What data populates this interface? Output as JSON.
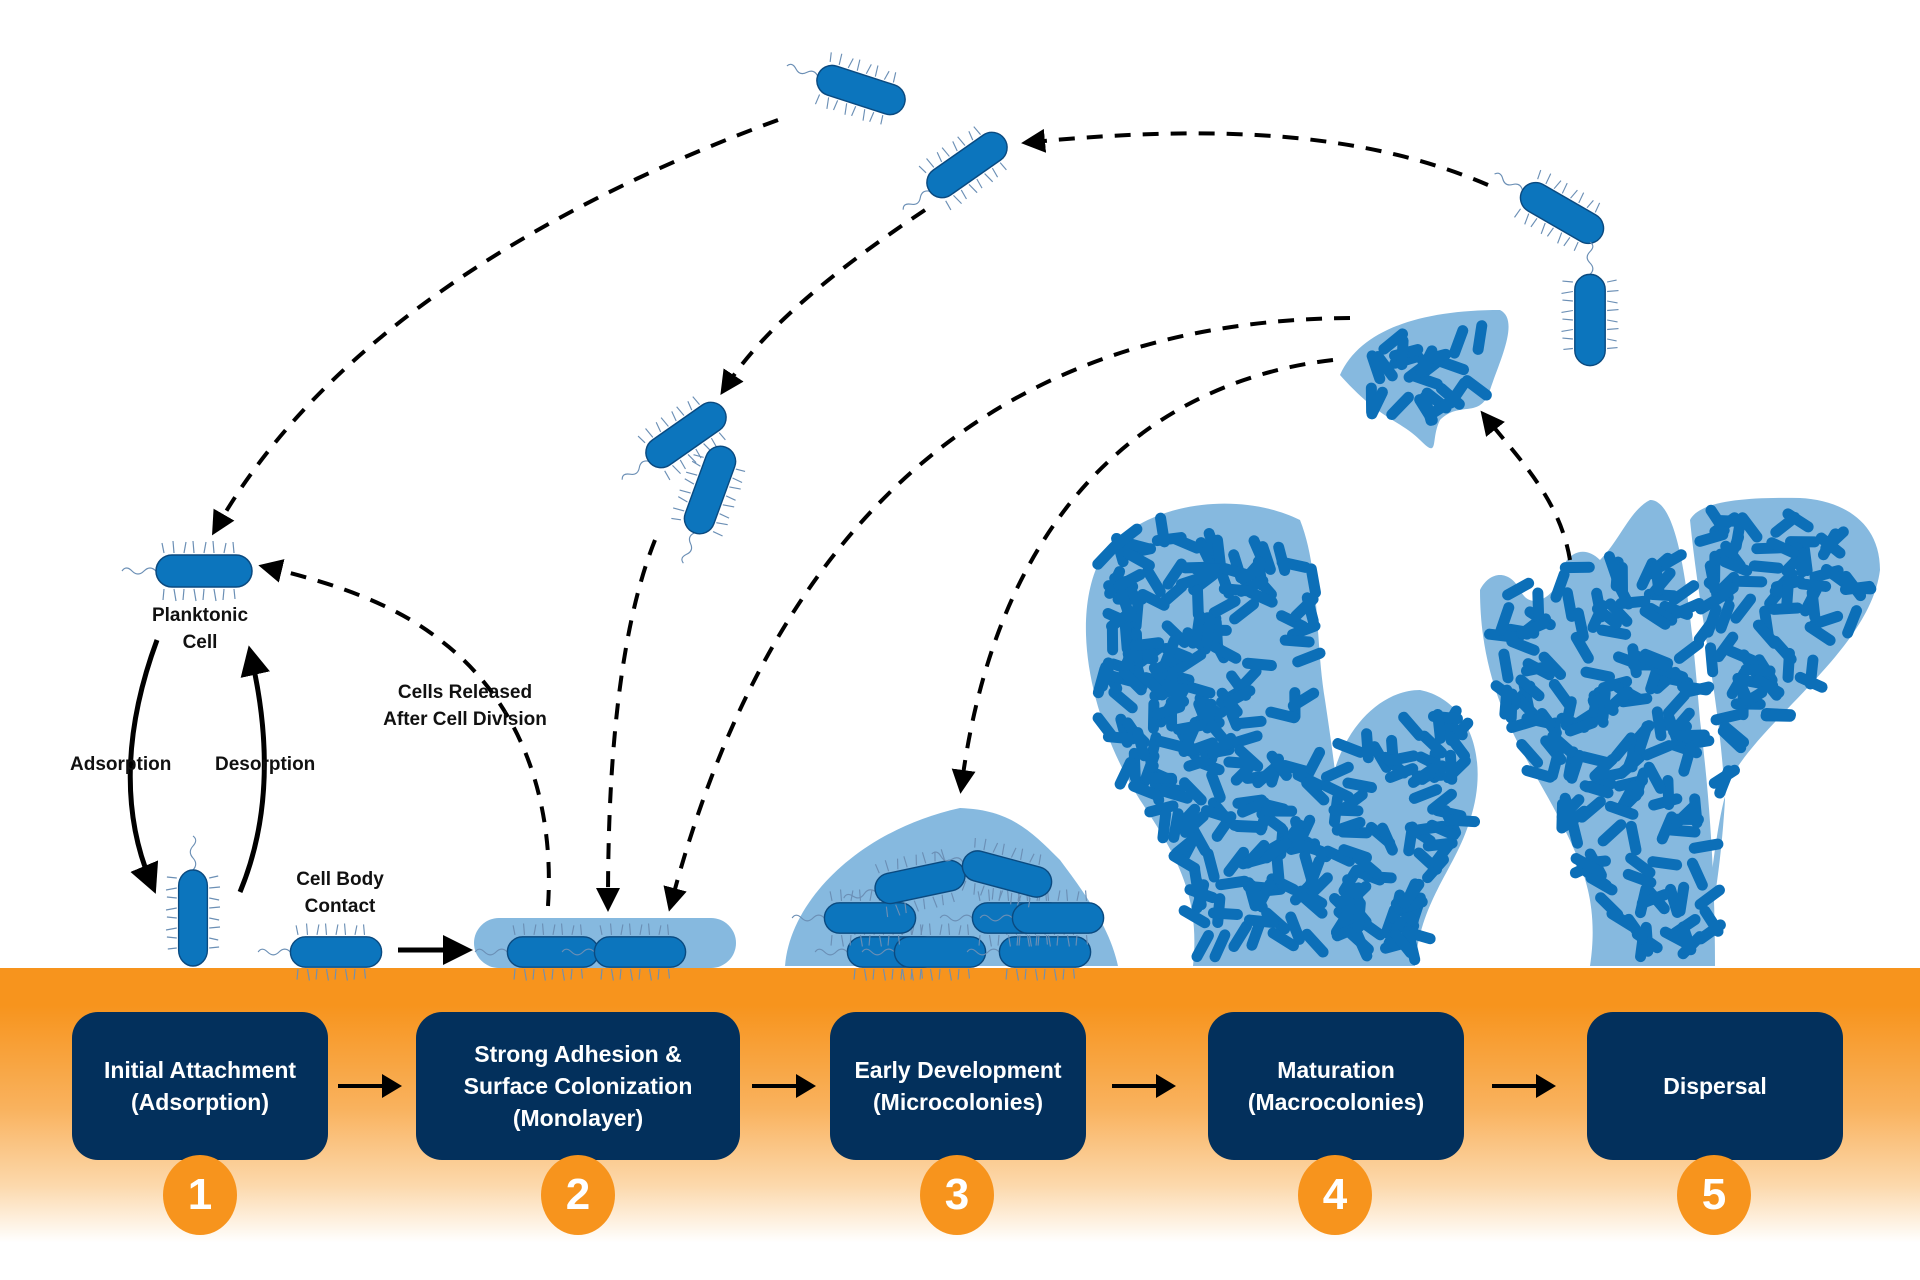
{
  "title": "Biofilm Formation Stages",
  "colors": {
    "stage_box": "#03305c",
    "stage_number": "#f7941d",
    "surface": "#f7941d",
    "cell": "#0c75bd",
    "matrix": "#86b9df",
    "arrow": "#000000"
  },
  "stages": [
    {
      "number": "1",
      "lines": [
        "Initial Attachment",
        "(Adsorption)"
      ]
    },
    {
      "number": "2",
      "lines": [
        "Strong Adhesion &",
        "Surface Colonization",
        "(Monolayer)"
      ]
    },
    {
      "number": "3",
      "lines": [
        "Early Development",
        "(Microcolonies)"
      ]
    },
    {
      "number": "4",
      "lines": [
        "Maturation",
        "(Macrocolonies)"
      ]
    },
    {
      "number": "5",
      "lines": [
        "Dispersal"
      ]
    }
  ],
  "annotations": {
    "planktonic": [
      "Planktonic",
      "Cell"
    ],
    "adsorption": "Adsorption",
    "desorption": "Desorption",
    "cell_body_contact": [
      "Cell Body",
      "Contact"
    ],
    "cells_released": [
      "Cells Released",
      "After Cell Division"
    ]
  },
  "icons": {
    "flow_arrow": "right-arrow",
    "bacterium": "rod-bacterium",
    "biofilm": "biofilm-matrix"
  }
}
